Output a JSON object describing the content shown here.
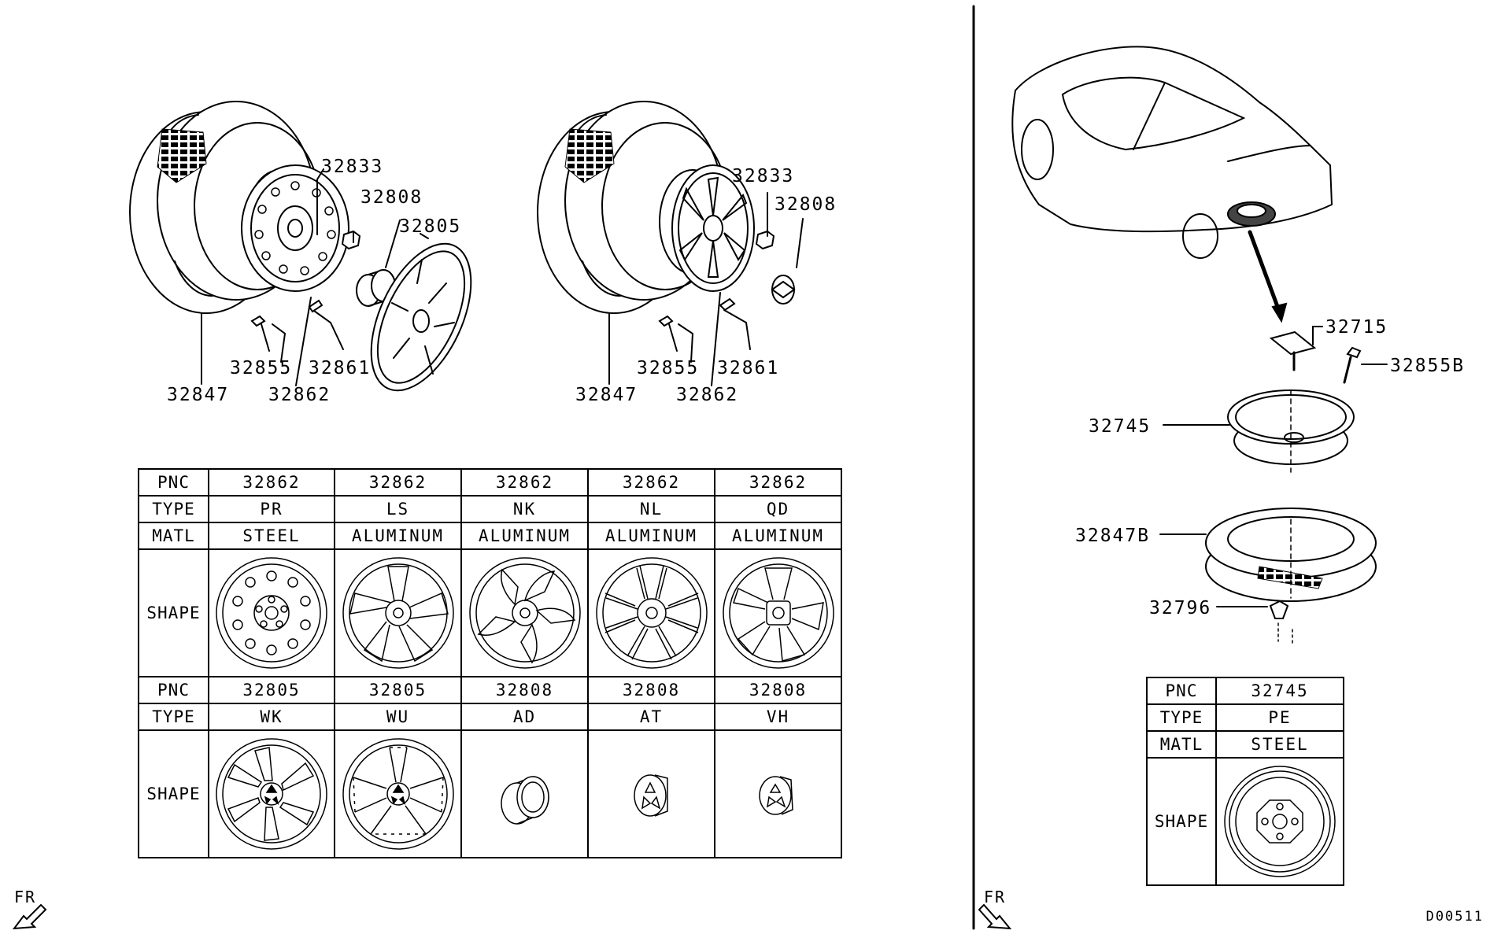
{
  "diagram_code": "D00511",
  "fr_marks": [
    "FR",
    "FR"
  ],
  "callouts": {
    "left_assembly": [
      "32833",
      "32808",
      "32805",
      "32855",
      "32861",
      "32847",
      "32862"
    ],
    "center_assembly": [
      "32833",
      "32808",
      "32855",
      "32861",
      "32847",
      "32862"
    ],
    "spare_assembly": [
      "32715",
      "32855B",
      "32745",
      "32847B",
      "32796"
    ]
  },
  "table_main": {
    "row_headers": [
      "PNC",
      "TYPE",
      "MATL",
      "SHAPE"
    ],
    "top": {
      "pnc": [
        "32862",
        "32862",
        "32862",
        "32862",
        "32862"
      ],
      "type": [
        "PR",
        "LS",
        "NK",
        "NL",
        "QD"
      ],
      "matl": [
        "STEEL",
        "ALUMINUM",
        "ALUMINUM",
        "ALUMINUM",
        "ALUMINUM"
      ]
    },
    "bottom": {
      "pnc": [
        "32805",
        "32805",
        "32808",
        "32808",
        "32808"
      ],
      "type": [
        "WK",
        "WU",
        "AD",
        "AT",
        "VH"
      ]
    }
  },
  "table_spare": {
    "row_headers": [
      "PNC",
      "TYPE",
      "MATL",
      "SHAPE"
    ],
    "pnc": "32745",
    "type": "PE",
    "matl": "STEEL"
  }
}
